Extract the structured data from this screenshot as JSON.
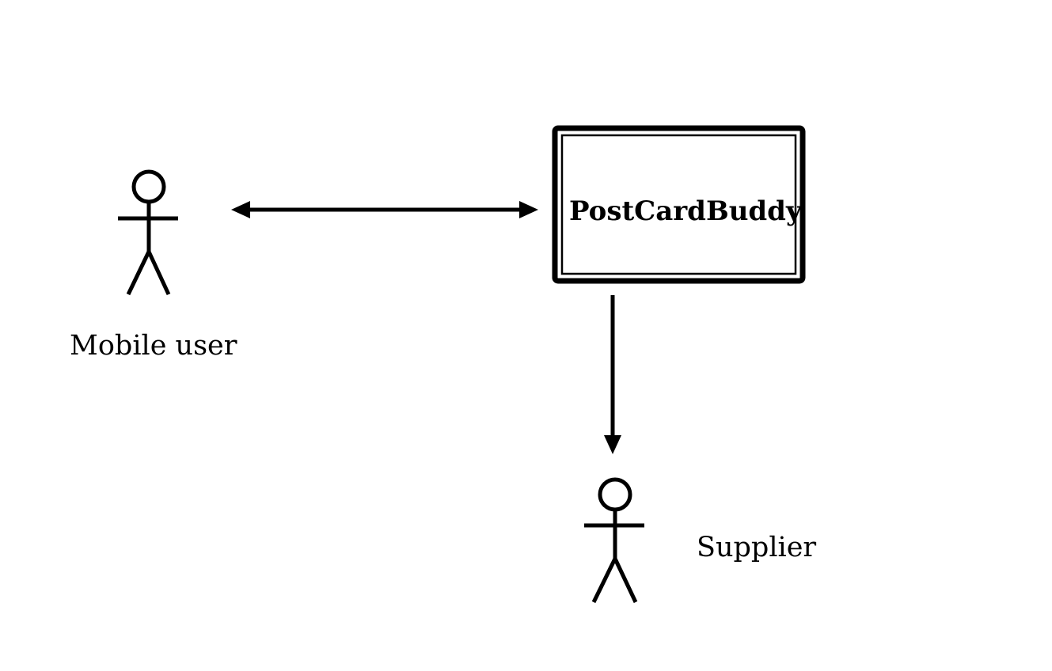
{
  "diagram": {
    "system": {
      "label": "PostCardBuddy"
    },
    "actors": {
      "mobile_user": {
        "label": "Mobile user"
      },
      "supplier": {
        "label": "Supplier"
      }
    },
    "connections": [
      {
        "from": "Mobile user",
        "to": "PostCardBuddy",
        "direction": "bidirectional"
      },
      {
        "from": "PostCardBuddy",
        "to": "Supplier",
        "direction": "forward"
      }
    ],
    "colors": {
      "stroke": "#000000",
      "background": "#ffffff"
    }
  }
}
